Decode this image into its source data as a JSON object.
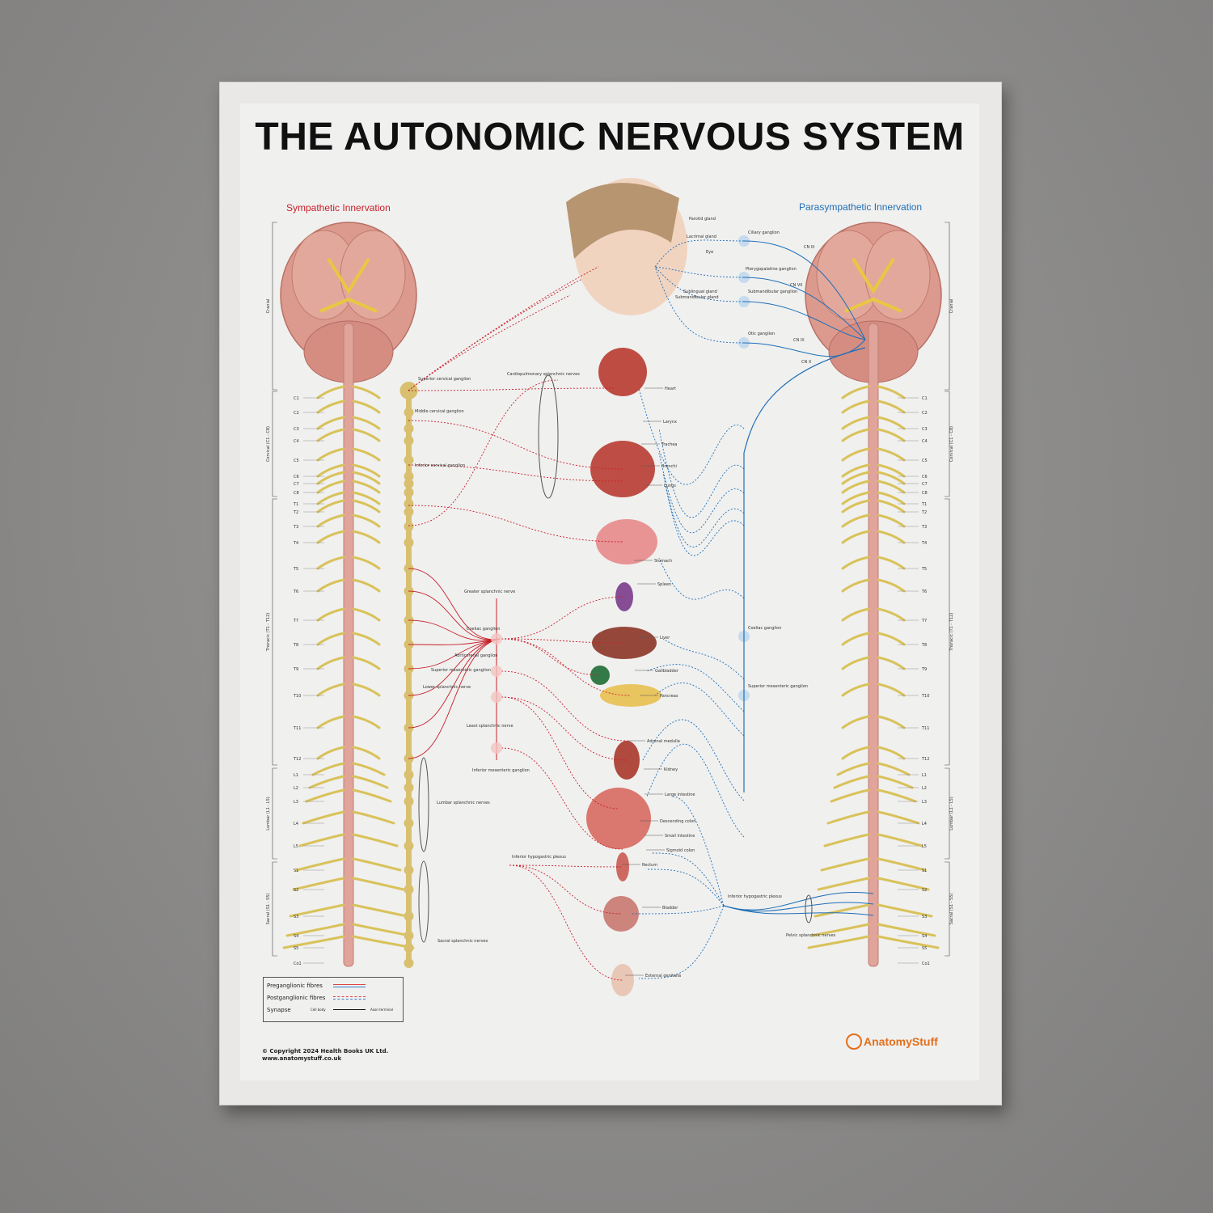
{
  "title": "THE AUTONOMIC NERVOUS SYSTEM",
  "sympathetic_heading": "Sympathetic Innervation",
  "parasympathetic_heading": "Parasympathetic Innervation",
  "colors": {
    "sympathetic": "#c8202a",
    "parasympathetic": "#1f6fb8",
    "spinal_nerve": "#d9c25a",
    "logo": "#e46f1a"
  },
  "regions": [
    "Cranial",
    "Cervical (C1 - C8)",
    "Thoracic (T1 - T12)",
    "Lumbar (L1 - L5)",
    "Sacral (S1 - S5)"
  ],
  "segments": [
    "C1",
    "C2",
    "C3",
    "C4",
    "C5",
    "C6",
    "C7",
    "C8",
    "T1",
    "T2",
    "T3",
    "T4",
    "T5",
    "T6",
    "T7",
    "T8",
    "T9",
    "T10",
    "T11",
    "T12",
    "L1",
    "L2",
    "L3",
    "L4",
    "L5",
    "S1",
    "S2",
    "S3",
    "S4",
    "S5",
    "Co1"
  ],
  "face_labels": [
    "Parotid gland",
    "Lacrimal gland",
    "Eye",
    "Sublingual gland",
    "Submandibular gland"
  ],
  "organ_labels": [
    "Heart",
    "Larynx",
    "Trachea",
    "Bronchi",
    "Lungs",
    "Stomach",
    "Spleen",
    "Liver",
    "Gallbladder",
    "Pancreas",
    "Adrenal medulla",
    "Kidney",
    "Large intestine",
    "Descending colon",
    "Small intestine",
    "Sigmoid colon",
    "Rectum",
    "Bladder",
    "External genitalia"
  ],
  "sympathetic_labels": [
    "Superior cervical ganglion",
    "Middle cervical ganglion",
    "Inferior cervical ganglion",
    "Cardiopulmonary splanchnic nerves",
    "Greater splanchnic nerve",
    "Coeliac ganglion",
    "Aorticorenal ganglion",
    "Superior mesenteric ganglion",
    "Lower splanchnic nerve",
    "Least splanchnic nerve",
    "Inferior mesenteric ganglion",
    "Lumbar splanchnic nerves",
    "Inferior hypogastric plexus",
    "Sacral splanchnic nerves"
  ],
  "parasympathetic_labels": [
    "Ciliary ganglion",
    "CN III",
    "Pterygopalatine ganglion",
    "CN VII",
    "Submandibular ganglion",
    "Otic ganglion",
    "CN IX",
    "CN X",
    "Coeliac ganglion",
    "Superior mesenteric ganglion",
    "Inferior hypogastric plexus",
    "Pelvic splanchnic nerves"
  ],
  "legend": {
    "preganglionic": "Preganglionic fibres",
    "postganglionic": "Postganglionic fibres",
    "synapse": "Synapse",
    "cell_body": "Cell body",
    "axon_terminal": "Axon terminal"
  },
  "copyright": "© Copyright 2024 Health Books UK Ltd.",
  "website": "www.anatomystuff.co.uk",
  "logo": "AnatomyStuff"
}
